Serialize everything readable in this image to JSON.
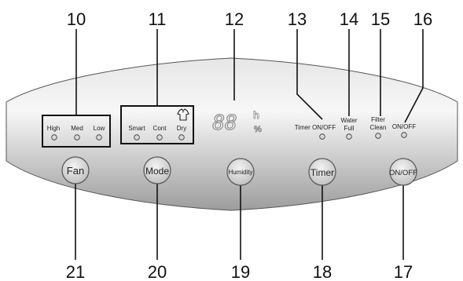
{
  "callouts": [
    "10",
    "11",
    "12",
    "13",
    "14",
    "15",
    "16",
    "21",
    "20",
    "19",
    "18",
    "17"
  ],
  "fan_speed": {
    "high": "High",
    "med": "Med",
    "low": "Low"
  },
  "mode": {
    "smart": "Smart",
    "cont": "Cont",
    "dry": "Dry",
    "icon": "shirt-icon"
  },
  "display": {
    "digits": "88",
    "unit_h": "h",
    "unit_pct": "%"
  },
  "indicators": {
    "timer_onoff": "Timer ON/OFF",
    "water_full_1": "Water",
    "water_full_2": "Full",
    "filter_clean_1": "Filter",
    "filter_clean_2": "Clean",
    "onoff": "ON/OFF"
  },
  "buttons": {
    "fan": "Fan",
    "mode": "Mode",
    "humidity": "Humidity",
    "timer": "Timer",
    "onoff": "ON/OFF"
  },
  "colors": {
    "panel_light": "#f4f4f4",
    "panel_dark": "#a8a8a8",
    "led_display": "#ffffff",
    "callout_line": "#111111"
  }
}
